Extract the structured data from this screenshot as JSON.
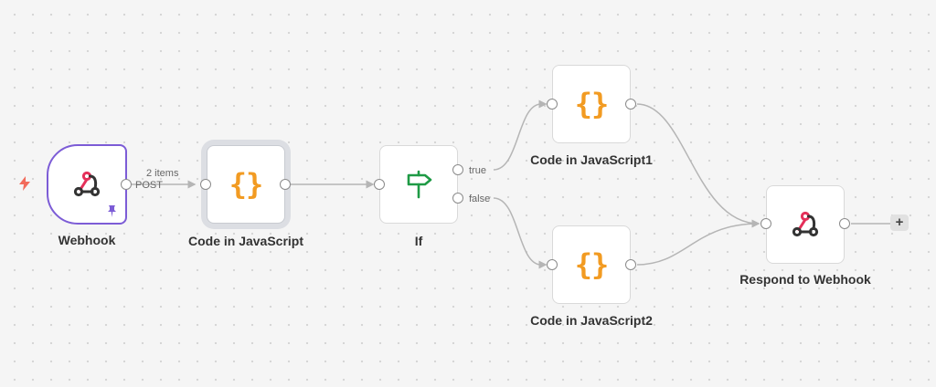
{
  "canvas": {
    "accent_color": "#7c5cd6",
    "code_icon_color": "#f29b22",
    "if_icon_color": "#1e9a45",
    "webhook_icon_colors": [
      "#e5305a",
      "#333333"
    ],
    "trigger_bolt_color": "#f26b5b"
  },
  "nodes": {
    "webhook": {
      "label": "Webhook",
      "icon": "webhook-icon",
      "pinned": true
    },
    "code": {
      "label": "Code in JavaScript",
      "icon": "code-braces-icon",
      "icon_text": "{}"
    },
    "if": {
      "label": "If",
      "icon": "signpost-icon",
      "outputs": [
        "true",
        "false"
      ]
    },
    "code1": {
      "label": "Code in JavaScript1",
      "icon": "code-braces-icon",
      "icon_text": "{}"
    },
    "code2": {
      "label": "Code in JavaScript2",
      "icon": "code-braces-icon",
      "icon_text": "{}"
    },
    "respond": {
      "label": "Respond to Webhook",
      "icon": "webhook-icon"
    }
  },
  "edges": {
    "webhook_to_code": {
      "items_label": "2 items",
      "method_label": "POST"
    }
  },
  "add_button": {
    "label": "+"
  }
}
